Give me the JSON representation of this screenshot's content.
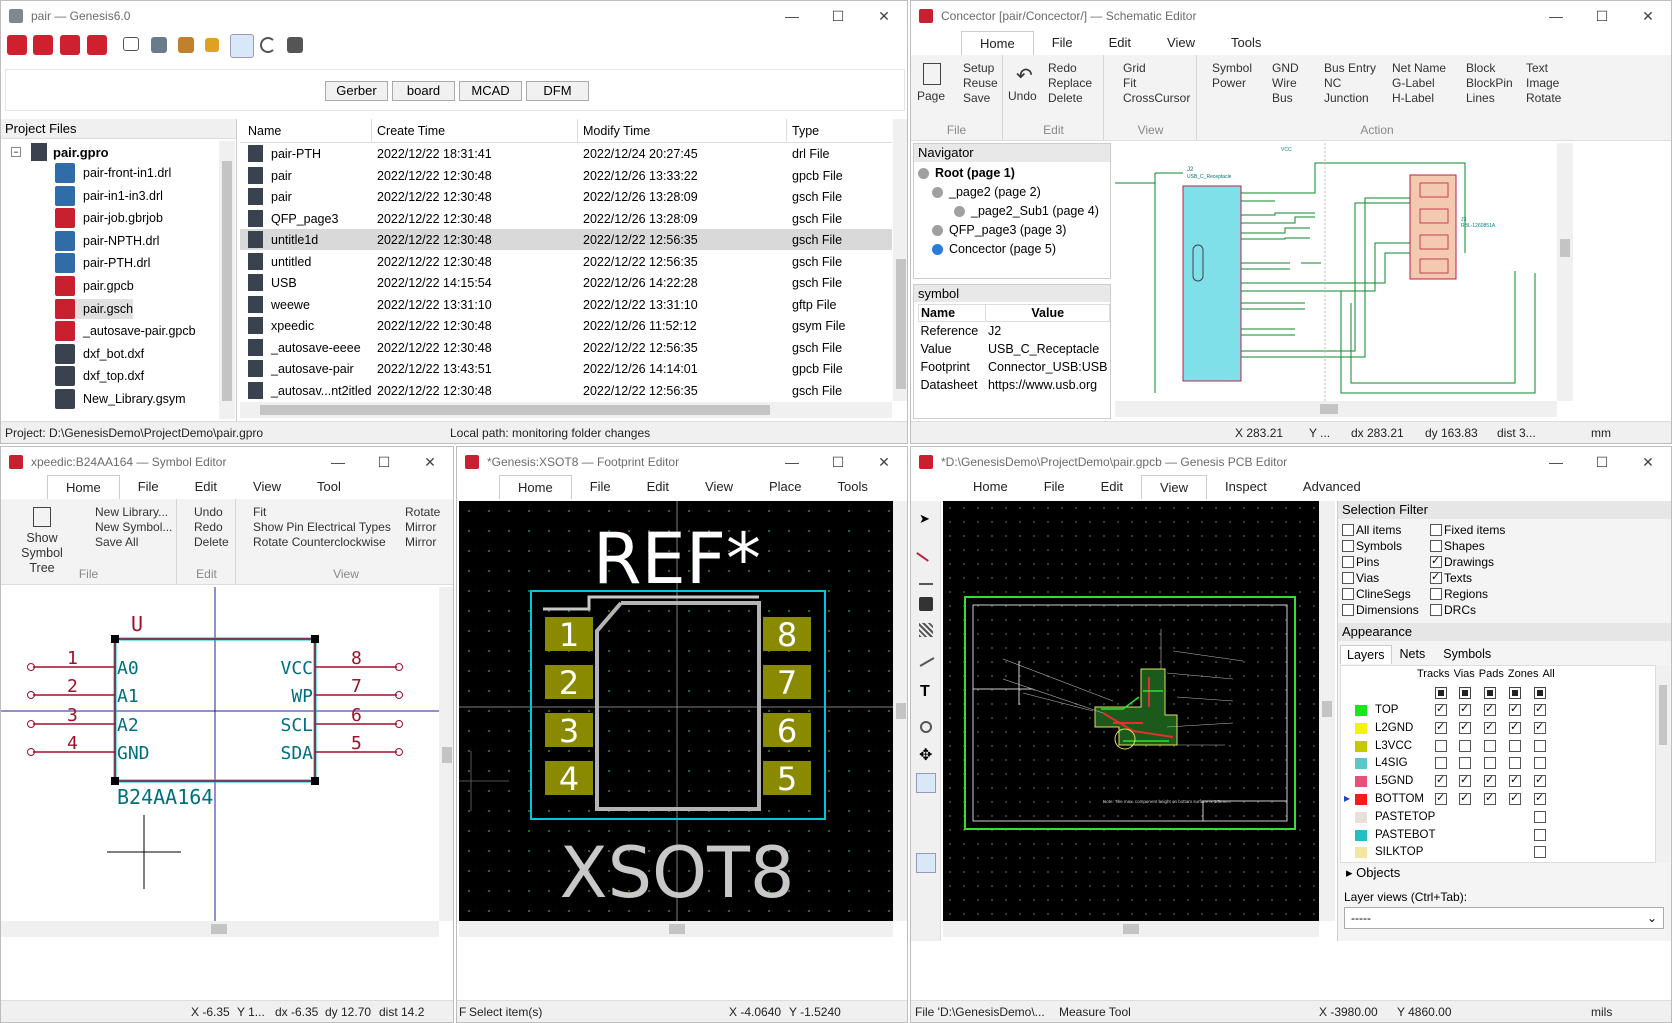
{
  "main": {
    "title": "pair — Genesis6.0",
    "tabs": [
      "Gerber",
      "board",
      "MCAD",
      "DFM"
    ],
    "tree_header": "Project Files",
    "tree_root": "pair.gpro",
    "tree": [
      {
        "label": "pair-front-in1.drl",
        "icon": "drl-icon"
      },
      {
        "label": "pair-in1-in3.drl",
        "icon": "drl-icon"
      },
      {
        "label": "pair-job.gbrjob",
        "icon": "gerber-job-icon"
      },
      {
        "label": "pair-NPTH.drl",
        "icon": "drl-icon"
      },
      {
        "label": "pair-PTH.drl",
        "icon": "drl-icon"
      },
      {
        "label": "pair.gpcb",
        "icon": "pcb-icon"
      },
      {
        "label": "pair.gsch",
        "icon": "schematic-icon"
      },
      {
        "label": "_autosave-pair.gpcb",
        "icon": "pcb-icon"
      },
      {
        "label": "dxf_bot.dxf",
        "icon": "dxf-icon"
      },
      {
        "label": "dxf_top.dxf",
        "icon": "dxf-icon"
      },
      {
        "label": "New_Library.gsym",
        "icon": "library-icon"
      }
    ],
    "columns": [
      "Name",
      "Create Time",
      "Modify Time",
      "Type"
    ],
    "rows": [
      [
        "pair-PTH",
        "2022/12/22 18:31:41",
        "2022/12/24 20:27:45",
        "drl File"
      ],
      [
        "pair",
        "2022/12/22 12:30:48",
        "2022/12/26 13:33:22",
        "gpcb File"
      ],
      [
        "pair",
        "2022/12/22 12:30:48",
        "2022/12/26 13:28:09",
        "gsch File"
      ],
      [
        "QFP_page3",
        "2022/12/22 12:30:48",
        "2022/12/26 13:28:09",
        "gsch File"
      ],
      [
        "untitle1d",
        "2022/12/22 12:30:48",
        "2022/12/22 12:56:35",
        "gsch File"
      ],
      [
        "untitled",
        "2022/12/22 12:30:48",
        "2022/12/22 12:56:35",
        "gsch File"
      ],
      [
        "USB",
        "2022/12/22 14:15:54",
        "2022/12/26 14:22:28",
        "gsch File"
      ],
      [
        "weewe",
        "2022/12/22 13:31:10",
        "2022/12/22 13:31:10",
        "gftp File"
      ],
      [
        "xpeedic",
        "2022/12/22 12:30:48",
        "2022/12/26 11:52:12",
        "gsym File"
      ],
      [
        "_autosave-eeee",
        "2022/12/22 12:30:48",
        "2022/12/22 12:56:35",
        "gsch File"
      ],
      [
        "_autosave-pair",
        "2022/12/22 13:43:51",
        "2022/12/26 14:14:01",
        "gpcb File"
      ],
      [
        "_autosav...nt2itled",
        "2022/12/22 12:30:48",
        "2022/12/22 12:56:35",
        "gsch File"
      ]
    ],
    "selected_row": 4,
    "status_project": "Project: D:\\GenesisDemo\\ProjectDemo\\pair.gpro",
    "status_local": "Local path: monitoring folder changes"
  },
  "sch": {
    "title": "Concector [pair/Concector/] — Schematic Editor",
    "menu": [
      "Home",
      "File",
      "Edit",
      "View",
      "Tools"
    ],
    "file_group": {
      "big": "Page",
      "items": [
        "Setup",
        "Reuse",
        "Save"
      ],
      "label": "File"
    },
    "edit_group": {
      "big": "Undo",
      "items": [
        "Redo",
        "Replace",
        "Delete"
      ],
      "label": "Edit"
    },
    "view_group": {
      "items": [
        "Grid",
        "Fit",
        "CrossCursor"
      ],
      "label": "View"
    },
    "action_items": [
      "Symbol",
      "GND",
      "Wire",
      "Bus",
      "Power",
      "Bus Entry",
      "NC",
      "Junction",
      "Net Name",
      "G-Label",
      "H-Label",
      "Block",
      "BlockPin",
      "Lines",
      "Text",
      "Image",
      "Rotate"
    ],
    "action_label": "Action",
    "navigator_header": "Navigator",
    "navigator": [
      "Root (page 1)",
      "_page2 (page 2)",
      "_page2_Sub1 (page 4)",
      "QFP_page3 (page 3)",
      "Concector (page 5)"
    ],
    "symbol_header": "symbol",
    "props_cols": [
      "Name",
      "Value"
    ],
    "props": [
      [
        "Reference",
        "J2"
      ],
      [
        "Value",
        "USB_C_Receptacle"
      ],
      [
        "Footprint",
        "Connector_USB:USB"
      ],
      [
        "Datasheet",
        "https://www.usb.org"
      ]
    ],
    "part_title": "USB_C_Receptacle",
    "part_ref": "J2",
    "part_right": "J3",
    "part_right_value": "RBL-1260851A",
    "net_vcc": "VCC",
    "status": {
      "x": "X 283.21",
      "y": "Y ...",
      "dx": "dx 283.21",
      "dy": "dy 163.83",
      "dist": "dist 3...",
      "unit": "mm"
    }
  },
  "sym": {
    "title": "xpeedic:B24AA164 — Symbol Editor",
    "menu": [
      "Home",
      "File",
      "Edit",
      "View",
      "Tool"
    ],
    "show_tree": "Show Symbol Tree",
    "file_items": [
      "New Library...",
      "New Symbol...",
      "Save All"
    ],
    "file_label": "File",
    "edit_items": [
      "Undo",
      "Redo",
      "Delete"
    ],
    "edit_label": "Edit",
    "view_items": [
      "Fit",
      "Show Pin Electrical Types",
      "Rotate Counterclockwise"
    ],
    "view_items2": [
      "Rotate",
      "Mirror",
      "Mirror"
    ],
    "view_label": "View",
    "ref": "U",
    "value": "B24AA164",
    "pins_left": [
      {
        "num": "1",
        "name": "A0"
      },
      {
        "num": "2",
        "name": "A1"
      },
      {
        "num": "3",
        "name": "A2"
      },
      {
        "num": "4",
        "name": "GND"
      }
    ],
    "pins_right": [
      {
        "num": "8",
        "name": "VCC"
      },
      {
        "num": "7",
        "name": "WP"
      },
      {
        "num": "6",
        "name": "SCL"
      },
      {
        "num": "5",
        "name": "SDA"
      }
    ],
    "status": {
      "x": "X -6.35",
      "y": "Y 1...",
      "dx": "dx -6.35",
      "dy": "dy 12.70",
      "dist": "dist 14.2"
    }
  },
  "fp": {
    "title": "*Genesis:XSOT8 — Footprint Editor",
    "menu": [
      "Home",
      "File",
      "Edit",
      "View",
      "Place",
      "Tools"
    ],
    "ref": "REF*",
    "value": "XSOT8",
    "pads_left": [
      "1",
      "2",
      "3",
      "4"
    ],
    "pads_right": [
      "8",
      "7",
      "6",
      "5"
    ],
    "status": {
      "left": "F",
      "msg": "Select item(s)",
      "x": "X -4.0640",
      "y": "Y -1.5240"
    }
  },
  "pcb": {
    "title": "*D:\\GenesisDemo\\ProjectDemo\\pair.gpcb — Genesis PCB Editor",
    "menu": [
      "Home",
      "File",
      "Edit",
      "View",
      "Inspect",
      "Advanced"
    ],
    "filter_header": "Selection Filter",
    "filters_left": [
      {
        "label": "All items",
        "on": false
      },
      {
        "label": "Symbols",
        "on": false
      },
      {
        "label": "Pins",
        "on": false
      },
      {
        "label": "Vias",
        "on": false
      },
      {
        "label": "ClineSegs",
        "on": false
      },
      {
        "label": "Dimensions",
        "on": false
      }
    ],
    "filters_right": [
      {
        "label": "Fixed items",
        "on": false
      },
      {
        "label": "Shapes",
        "on": false
      },
      {
        "label": "Drawings",
        "on": true
      },
      {
        "label": "Texts",
        "on": true
      },
      {
        "label": "Regions",
        "on": false
      },
      {
        "label": "DRCs",
        "on": false
      }
    ],
    "appearance_header": "Appearance",
    "app_tabs": [
      "Layers",
      "Nets",
      "Symbols"
    ],
    "layer_cols": [
      "Tracks",
      "Vias",
      "Pads",
      "Zones",
      "All"
    ],
    "layers": [
      {
        "name": "TOP",
        "color": "#17e817",
        "checks": [
          1,
          1,
          1,
          1,
          1
        ]
      },
      {
        "name": "L2GND",
        "color": "#f4f400",
        "checks": [
          1,
          1,
          1,
          1,
          1
        ]
      },
      {
        "name": "L3VCC",
        "color": "#c8c800",
        "checks": [
          0,
          0,
          0,
          0,
          0
        ]
      },
      {
        "name": "L4SIG",
        "color": "#5ac8c8",
        "checks": [
          0,
          0,
          0,
          0,
          0
        ]
      },
      {
        "name": "L5GND",
        "color": "#e8507a",
        "checks": [
          1,
          1,
          1,
          1,
          1
        ]
      },
      {
        "name": "BOTTOM",
        "color": "#ff1a1a",
        "checks": [
          1,
          1,
          1,
          1,
          1
        ]
      },
      {
        "name": "PASTETOP",
        "color": "#e8e0d8",
        "checks": [
          null,
          null,
          null,
          null,
          0
        ]
      },
      {
        "name": "PASTEBOT",
        "color": "#20c0c0",
        "checks": [
          null,
          null,
          null,
          null,
          0
        ]
      },
      {
        "name": "SILKTOP",
        "color": "#f2e6a0",
        "checks": [
          null,
          null,
          null,
          null,
          0
        ]
      }
    ],
    "objects": "Objects",
    "layer_views_label": "Layer views (Ctrl+Tab):",
    "layer_views_value": "-----",
    "board_note": "Note: The max. component height on bottom surface is 1.5mm.",
    "status": {
      "file": "File 'D:\\GenesisDemo\\...",
      "tool": "Measure Tool",
      "x": "X -3980.00",
      "y": "Y 4860.00",
      "unit": "mils"
    }
  }
}
